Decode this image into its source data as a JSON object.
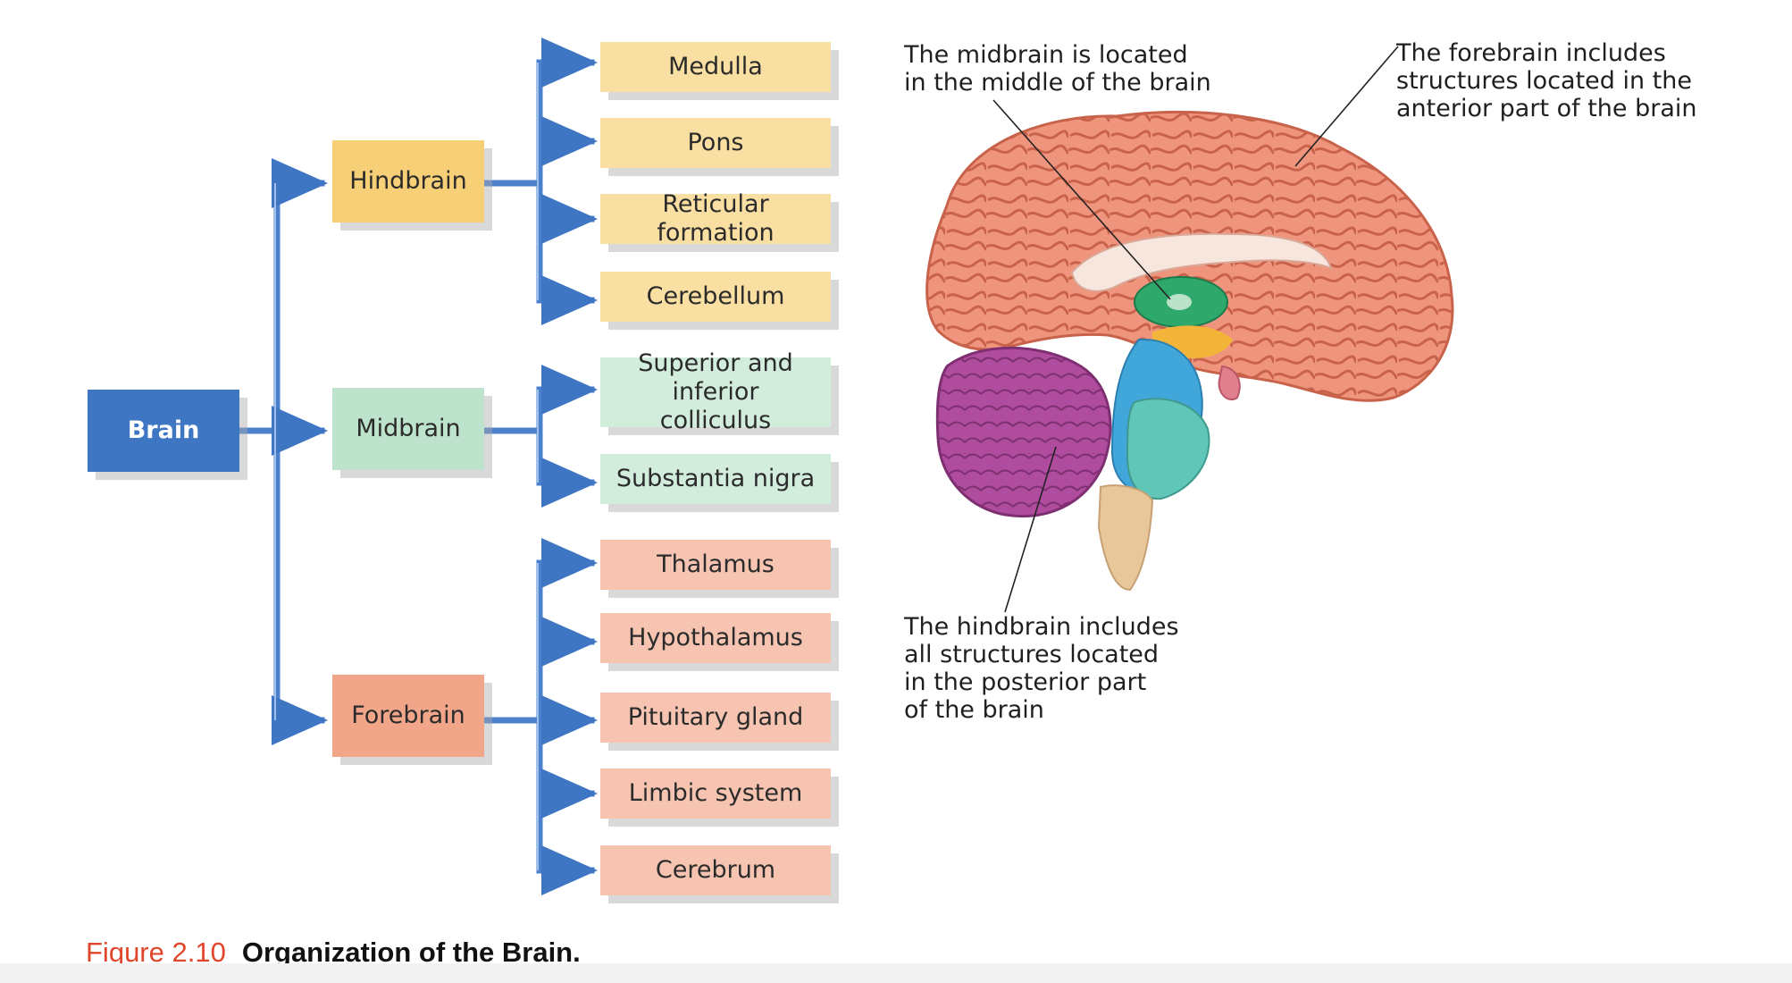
{
  "tree": {
    "root": "Brain",
    "hindbrain": {
      "label": "Hindbrain",
      "children": [
        "Medulla",
        "Pons",
        "Reticular formation",
        "Cerebellum"
      ]
    },
    "midbrain": {
      "label": "Midbrain",
      "children": [
        "Superior and inferior\ncolliculus",
        "Substantia nigra"
      ]
    },
    "forebrain": {
      "label": "Forebrain",
      "children": [
        "Thalamus",
        "Hypothalamus",
        "Pituitary gland",
        "Limbic system",
        "Cerebrum"
      ]
    }
  },
  "callouts": {
    "midbrain": "The midbrain is located\nin the middle of the brain",
    "forebrain": "The forebrain includes\nstructures located in the\nanterior part of the brain",
    "hindbrain": "The hindbrain includes\nall structures located\nin the posterior part\nof the brain"
  },
  "caption": {
    "number": "Figure 2.10",
    "title": "Organization of the Brain."
  },
  "colors": {
    "connector": "#3f76c4",
    "root_box": "#3f76c4",
    "hindbrain": "#f7cf76",
    "midbrain": "#bde3cc",
    "forebrain": "#f1a68a",
    "cortex": "#f0957d",
    "cerebellum": "#b04c9e",
    "brainstem": "#41a6d9",
    "thalamus_region": "#2fa86b",
    "caption_number": "#e0462b"
  }
}
